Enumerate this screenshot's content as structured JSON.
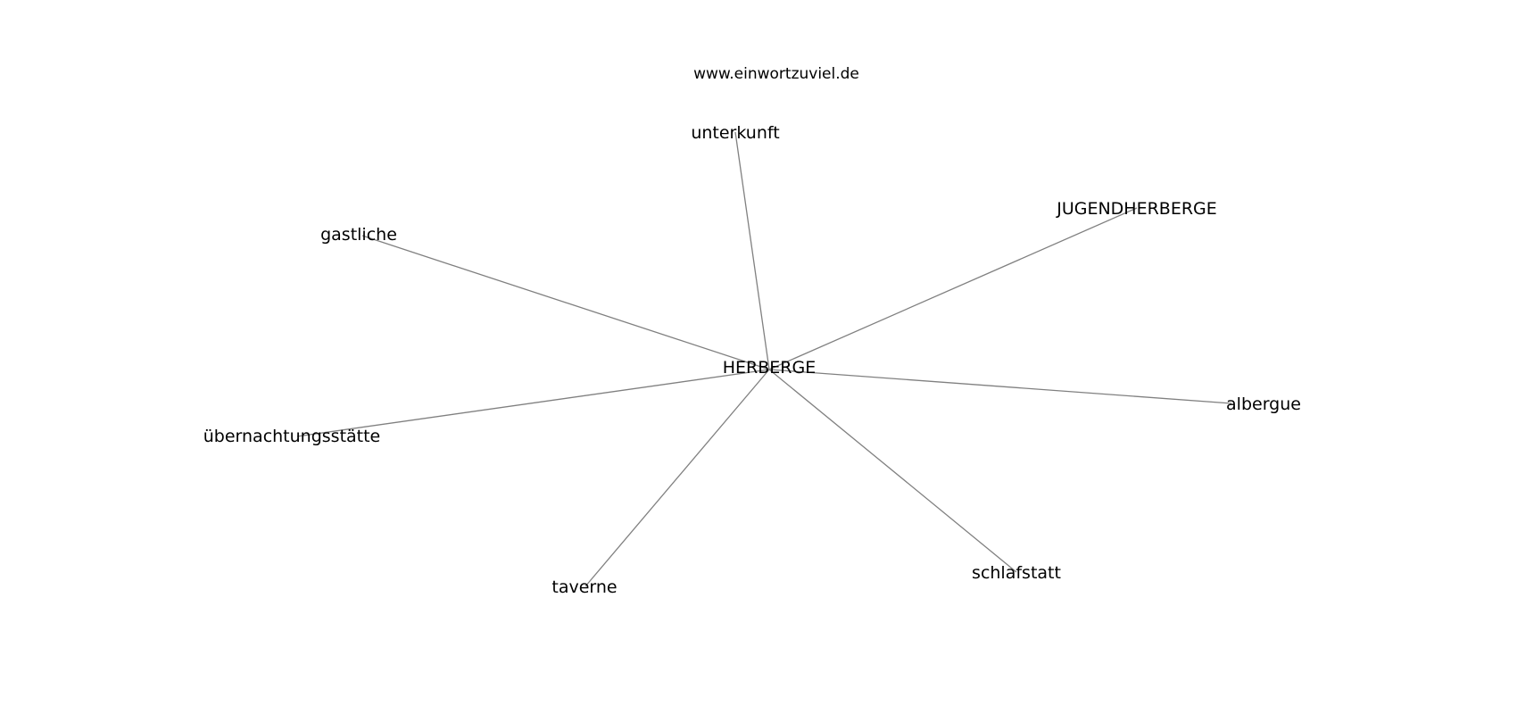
{
  "watermark": "www.einwortzuviel.de",
  "graph": {
    "center": "HERBERGE",
    "neighbors": [
      "unterkunft",
      "JUGENDHERBERGE",
      "gastliche",
      "albergue",
      "übernachtungsstätte",
      "schlafstatt",
      "taverne"
    ]
  },
  "colors": {
    "edge": "#808080",
    "text": "#000000",
    "background": "#ffffff"
  }
}
